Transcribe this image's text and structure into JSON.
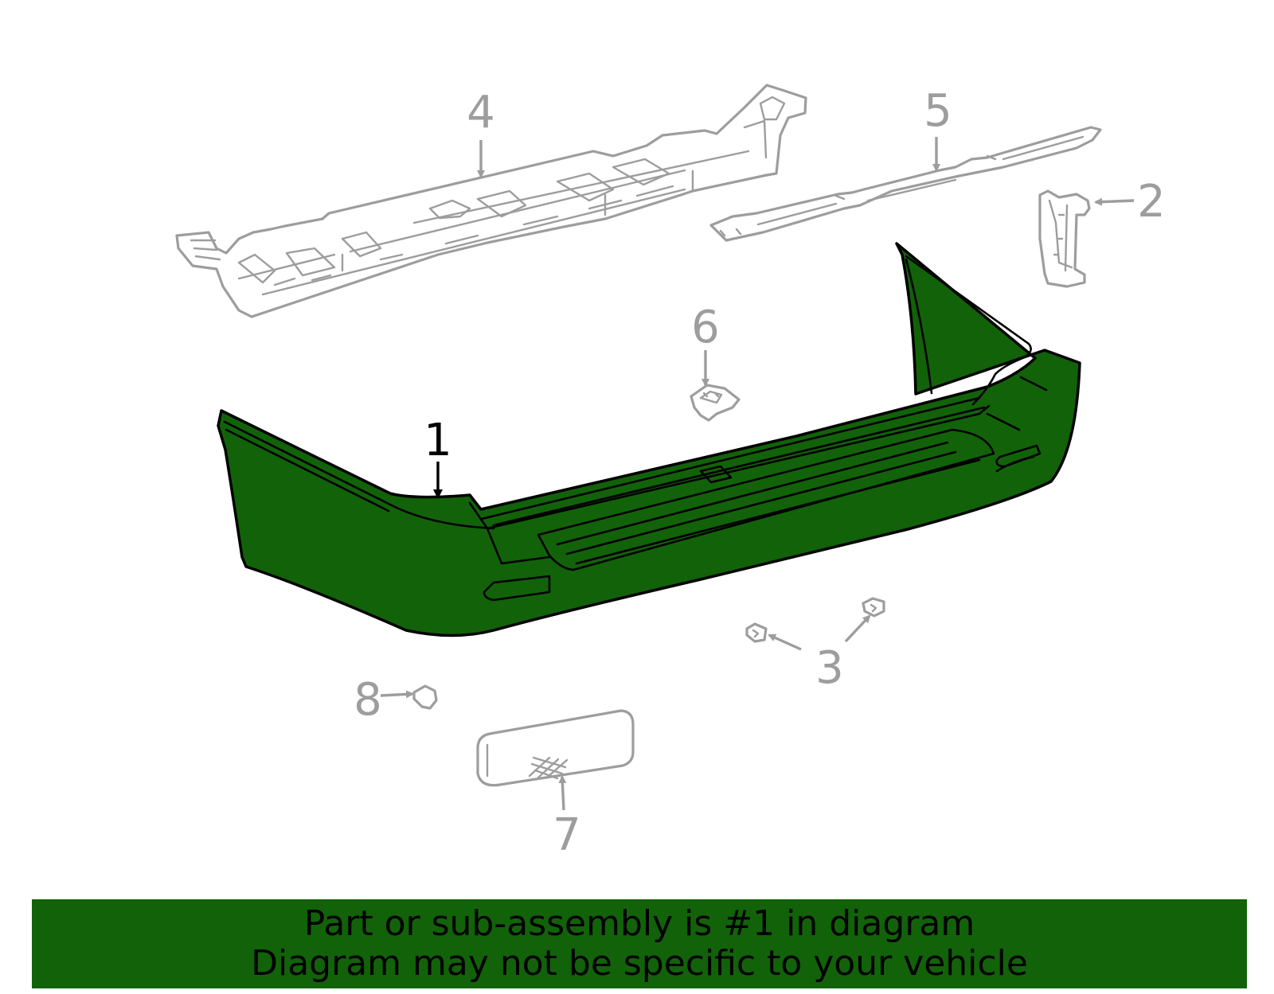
{
  "diagram": {
    "callouts": [
      {
        "id": "callout-1",
        "number": "1",
        "highlighted": true
      },
      {
        "id": "callout-2",
        "number": "2",
        "highlighted": false
      },
      {
        "id": "callout-3",
        "number": "3",
        "highlighted": false
      },
      {
        "id": "callout-4",
        "number": "4",
        "highlighted": false
      },
      {
        "id": "callout-5",
        "number": "5",
        "highlighted": false
      },
      {
        "id": "callout-6",
        "number": "6",
        "highlighted": false
      },
      {
        "id": "callout-7",
        "number": "7",
        "highlighted": false
      },
      {
        "id": "callout-8",
        "number": "8",
        "highlighted": false
      }
    ],
    "highlight_color": "#12620a",
    "part_color": "#9d9d9d"
  },
  "banner": {
    "line1": "Part or sub-assembly is #1 in diagram",
    "line2": "Diagram may not be specific to your vehicle",
    "background_color": "#12620a"
  }
}
